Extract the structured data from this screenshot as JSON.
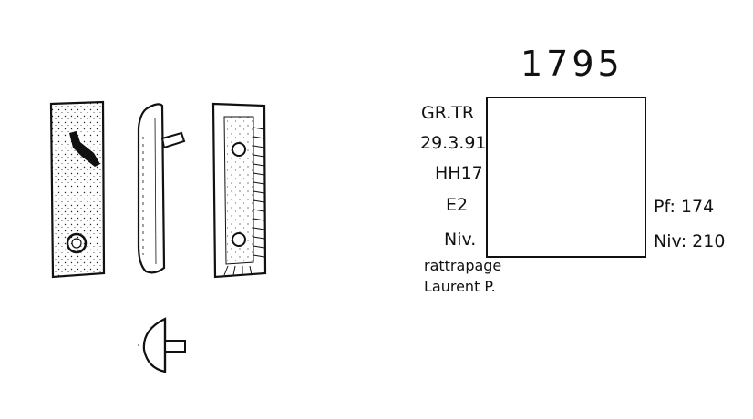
{
  "sheet": {
    "catalog_number": "1795",
    "left_labels": [
      "GR.TR",
      "29.3.91",
      "HH17",
      "E2",
      "Niv.",
      "rattrapage",
      "Laurent P."
    ],
    "right_labels": [
      "Pf: 174",
      "Niv: 210"
    ]
  }
}
